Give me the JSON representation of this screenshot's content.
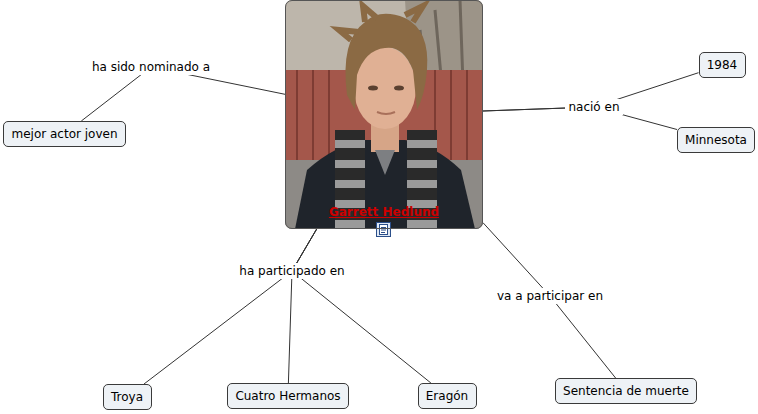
{
  "diagram": {
    "nodes": [
      {
        "text": [
          "Garrett Hedlund"
        ]
      },
      {
        "text": [
          "mejor actor joven"
        ]
      },
      {
        "text": [
          "1984"
        ]
      },
      {
        "text": [
          "Minnesota"
        ]
      },
      {
        "text": [
          "Troya"
        ]
      },
      {
        "text": [
          "Cuatro Hermanos"
        ]
      },
      {
        "text": [
          "Eragón"
        ]
      },
      {
        "text": [
          "Sentencia de muerte"
        ]
      }
    ],
    "edges": [
      {
        "from": 0,
        "to": 1,
        "label": "ha sido nominado a",
        "arrow": "none"
      },
      {
        "from": 0,
        "to": 2,
        "label": "nació en",
        "arrow": "none"
      },
      {
        "from": 0,
        "to": 3,
        "arrow": "none"
      },
      {
        "from": 0,
        "to": 4,
        "label": "ha participado en",
        "arrow": "none"
      },
      {
        "from": 0,
        "to": 5,
        "arrow": "none"
      },
      {
        "from": 0,
        "to": 6,
        "arrow": "none"
      },
      {
        "from": 0,
        "to": 7,
        "label": "va a participar en",
        "arrow": "none"
      }
    ]
  }
}
